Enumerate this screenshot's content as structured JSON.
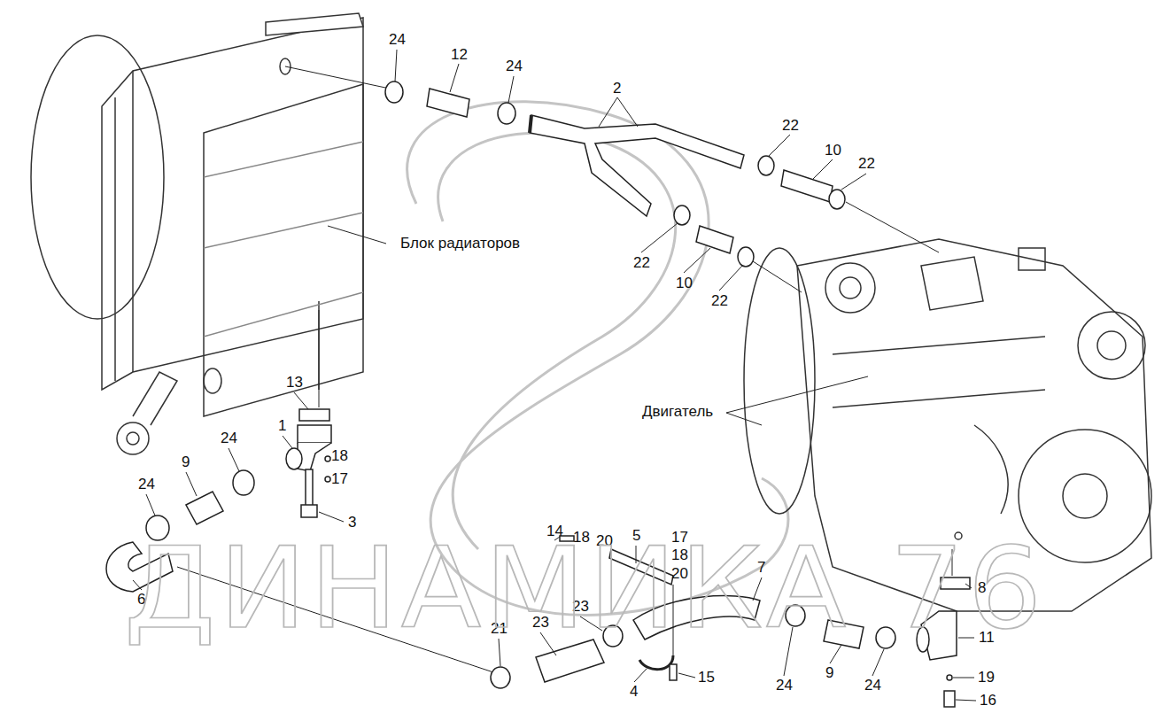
{
  "diagram": {
    "labels": [
      "24",
      "12",
      "24",
      "2",
      "22",
      "10",
      "22",
      "22",
      "10",
      "22",
      "Блок радиаторов",
      "Двигатель",
      "13",
      "1",
      "18",
      "17",
      "24",
      "9",
      "24",
      "3",
      "6",
      "14",
      "18",
      "20",
      "5",
      "17",
      "18",
      "20",
      "7",
      "8",
      "23",
      "21",
      "23",
      "11",
      "24",
      "9",
      "24",
      "4",
      "15",
      "19",
      "16",
      "ДИНАМИКА 76"
    ]
  }
}
